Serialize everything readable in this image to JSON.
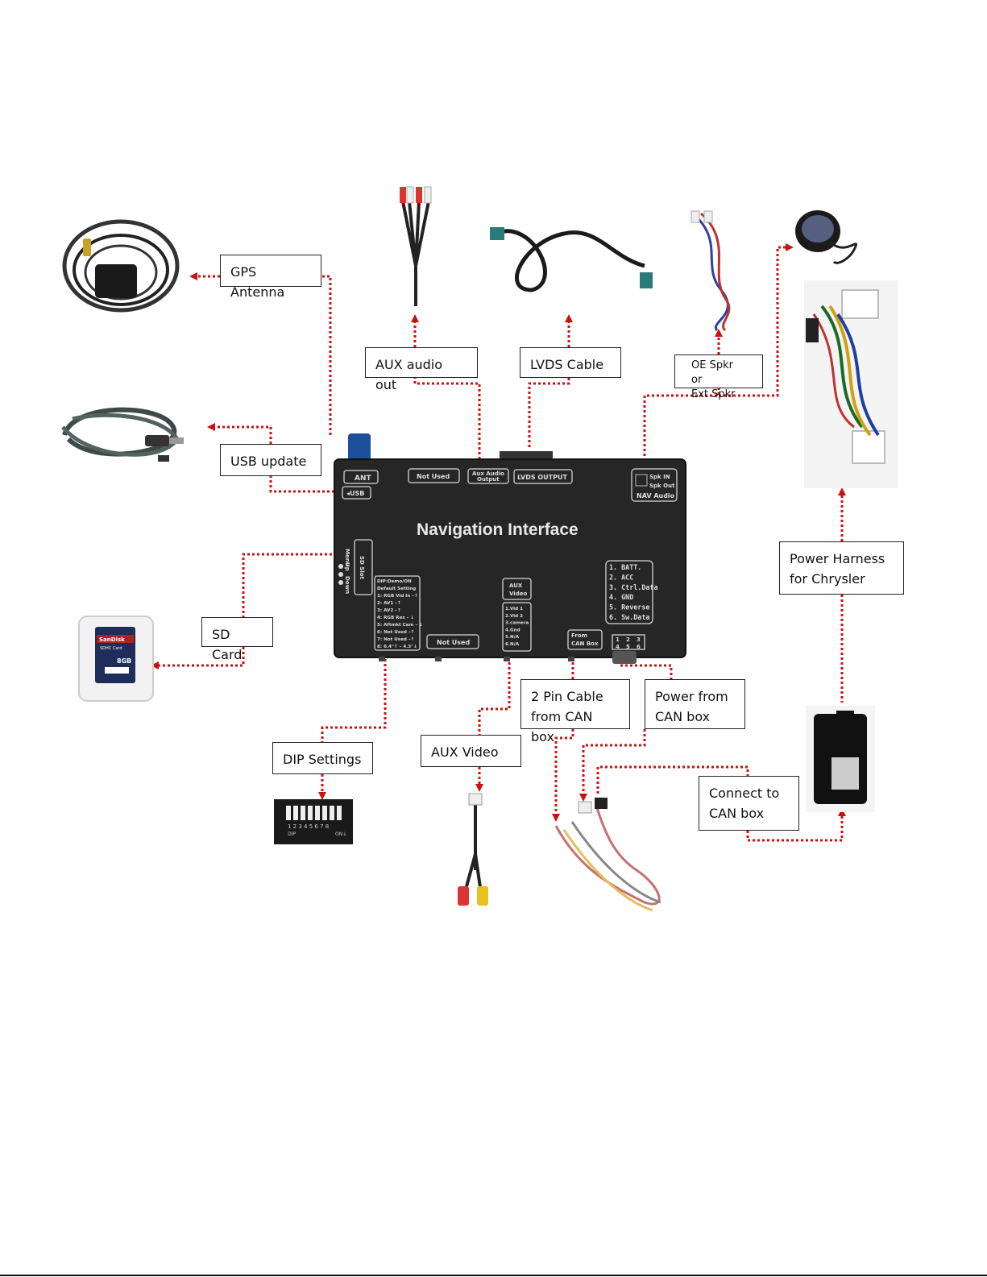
{
  "device": {
    "title": "Navigation Interface",
    "ports_top": {
      "ant": "ANT",
      "usb": "◂USB",
      "not_used": "Not Used",
      "aux_audio": "Aux Audio\nOutput",
      "lvds": "LVDS OUTPUT",
      "spk_in": "Spk IN",
      "spk_out": "Spk Out",
      "nav_audio": "NAV Audio"
    },
    "side_labels": [
      "SD Slot",
      "Menu",
      "Up",
      "Down"
    ],
    "dip_block": [
      "DIP:Demo/ON",
      "Default Setting",
      "1: RGB Vid In –↑",
      "2: AV1 –↑",
      "3: AV2 –↑",
      "4: RGB Res – ↓",
      "5: Aftmkt Cam – ↓",
      "6: Not Used –↑",
      "7: Not Used –↑",
      "8: 6.4\"↑ – 4.3\"↓"
    ],
    "not_used_bottom": "Not Used",
    "aux_video_title": "AUX\nVideo",
    "aux_video_pins": [
      "1.Vid 1",
      "2.Vid 2",
      "3.camera",
      "4.Gnd",
      "5.N/A",
      "6.N/A"
    ],
    "from_can": "From\nCAN Box",
    "power_pins": [
      "1. BATT.",
      "2. ACC",
      "3. Ctrl.Data",
      "4. GND",
      "5. Reverse",
      "6. Sw.Data"
    ],
    "connector_numbers": [
      "1",
      "2",
      "3",
      "4",
      "5",
      "6"
    ]
  },
  "labels": {
    "gps_antenna": "GPS Antenna",
    "usb_update": "USB update",
    "sd_card": "SD Card",
    "dip_settings": "DIP Settings",
    "aux_audio_out": "AUX audio out",
    "lvds_cable": "LVDS Cable",
    "oe_spkr": "OE Spkr or\nExt Spkr",
    "power_harness": "Power Harness\nfor Chrysler",
    "pin_cable": "2 Pin Cable\nfrom CAN box",
    "power_from_can": "Power from\nCAN box",
    "aux_video": "AUX Video",
    "connect_can": "Connect to\nCAN box"
  },
  "sd_card_text": {
    "brand": "SanDisk",
    "type": "SDHC Card",
    "size": "8GB"
  },
  "dip_switch_text": {
    "numbers": "1 2 3 4 5 6 7 8",
    "dip": "DIP",
    "on": "ON↓"
  },
  "colors": {
    "arrow": "#cc1111",
    "device": "#262626",
    "accent_blue": "#1d4f9a"
  },
  "icons": [
    "gps-antenna-icon",
    "usb-cable-icon",
    "sd-card-icon",
    "dip-switch-icon",
    "rca-audio-cable-icon",
    "lvds-cable-icon",
    "speaker-wire-icon",
    "gps-puck-icon",
    "power-harness-icon",
    "rca-video-cable-icon",
    "can-cable-icon",
    "can-box-icon"
  ]
}
